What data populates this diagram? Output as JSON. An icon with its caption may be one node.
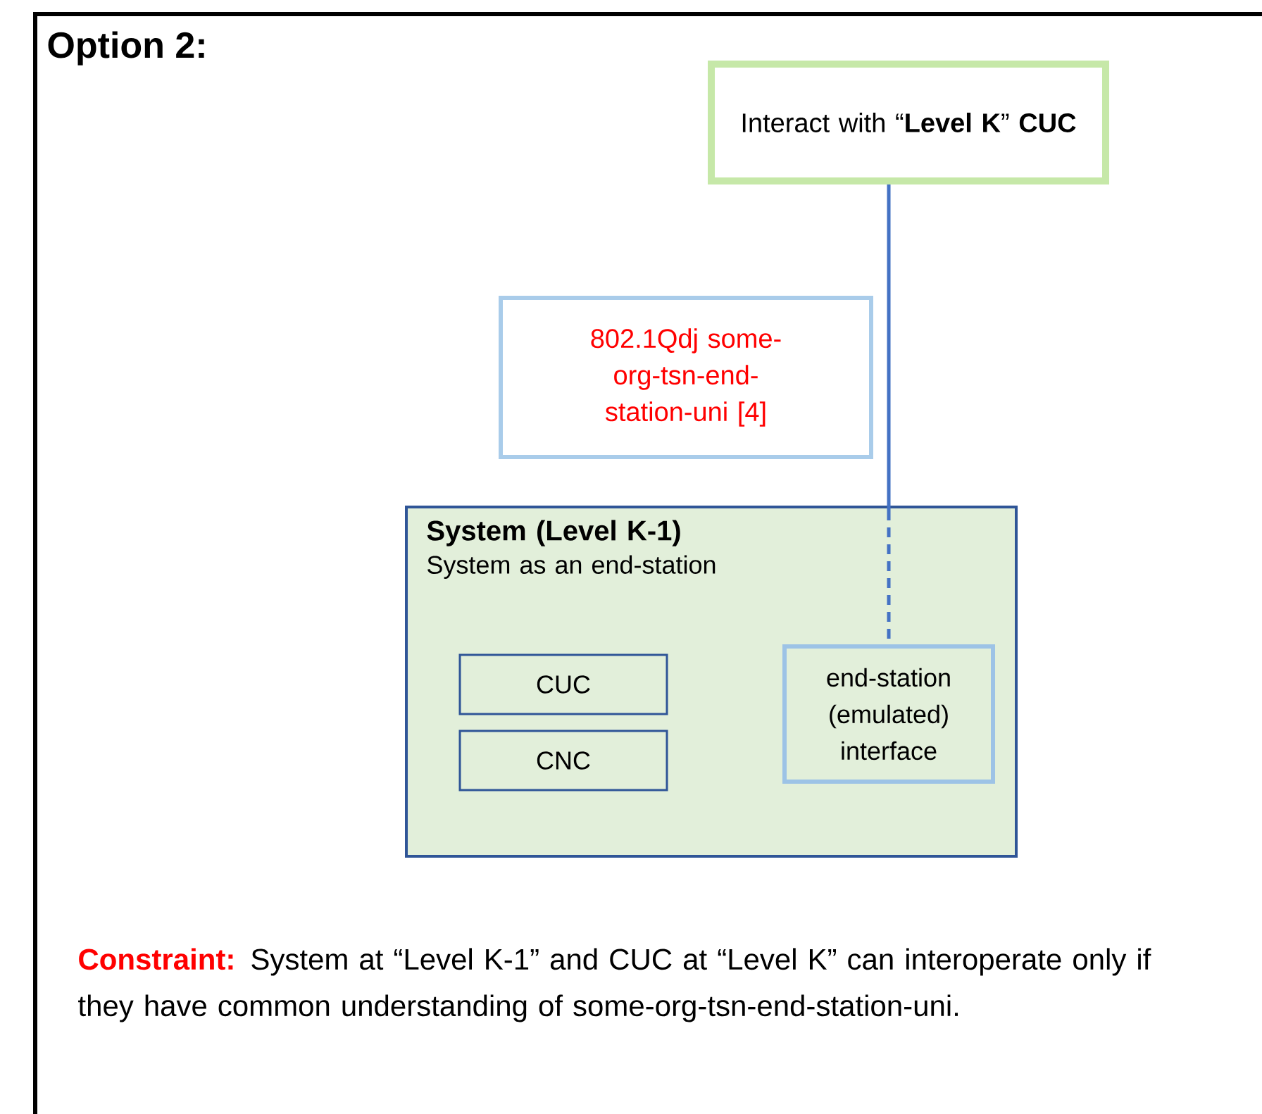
{
  "diagram": {
    "title": "Option 2:",
    "nodes": [
      {
        "text": [
          "Interact with “**Level K**” **CUC**"
        ]
      },
      {
        "text": [
          "802.1Qdj some-org-tsn-end-station-uni [4]"
        ]
      },
      {
        "text": [
          "System (Level K-1)",
          "System as an end-station"
        ]
      },
      {
        "text": [
          "CUC"
        ],
        "in": 2
      },
      {
        "text": [
          "CNC"
        ],
        "in": 2
      },
      {
        "text": [
          "end-station (emulated) interface"
        ],
        "in": 2
      }
    ],
    "edges": [
      {
        "from": 0,
        "to": 5,
        "arrow": "none"
      }
    ],
    "labels": [
      "Constraint:",
      "System at “Level K-1” and CUC at “Level K” can interoperate only if they have common understanding of some-org-tsn-end-station-uni."
    ]
  }
}
